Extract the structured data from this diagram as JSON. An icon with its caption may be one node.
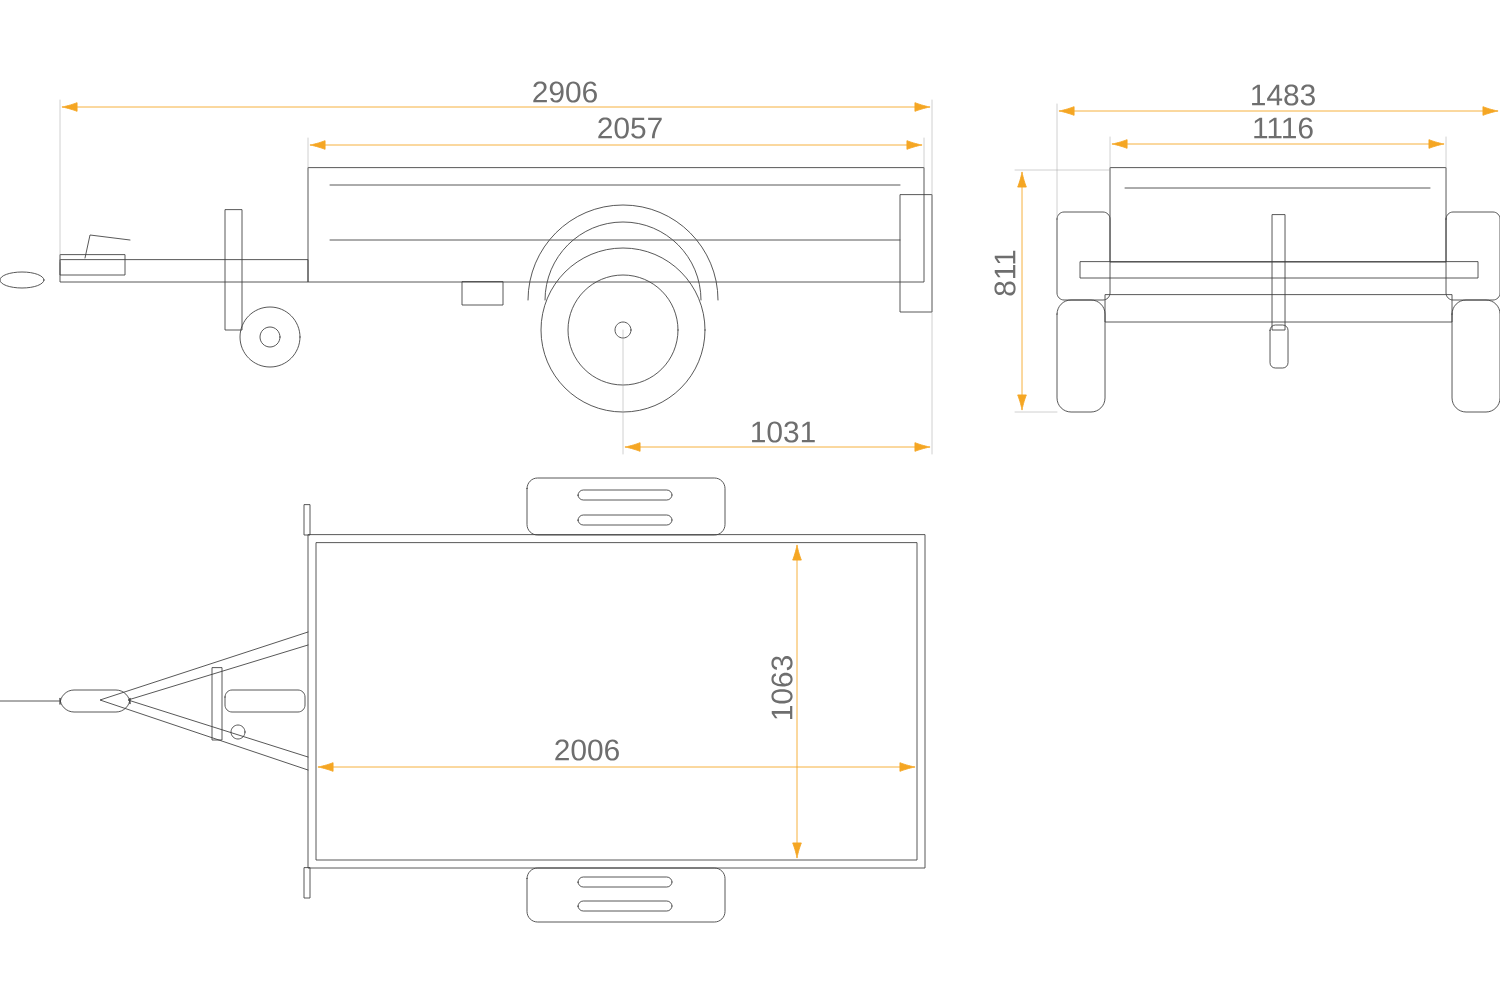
{
  "diagram": {
    "labels": [
      "2906",
      "1483",
      "2057",
      "1116",
      "811",
      "1031",
      "1063",
      "2006"
    ]
  }
}
